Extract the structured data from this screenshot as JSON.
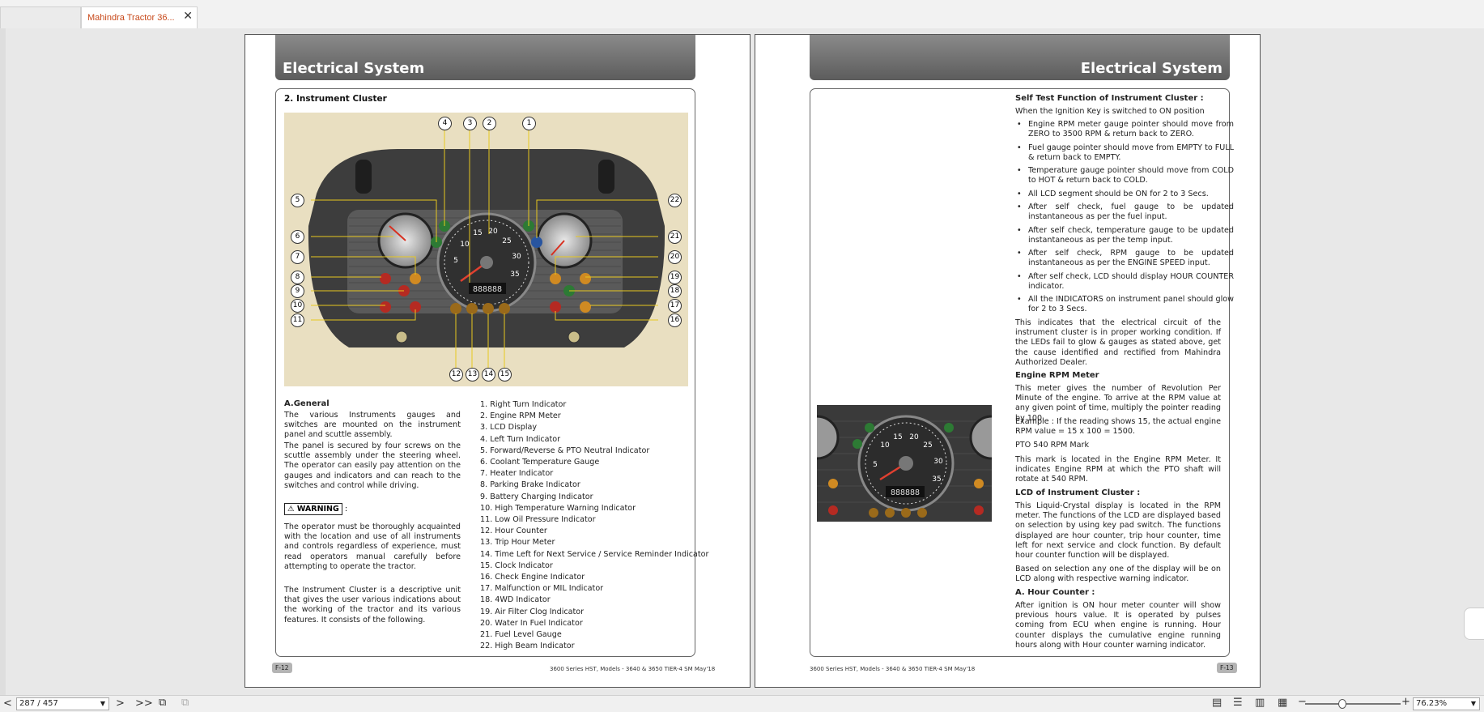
{
  "tabs": {
    "active_title": "Mahindra Tractor 36...",
    "close": "✕"
  },
  "left_page": {
    "header": "Electrical  System",
    "section_title": "2.  Instrument Cluster",
    "general_heading": "A.General",
    "general_p1": "The various Instruments gauges and switches are mounted on the instrument panel and scuttle assembly.",
    "general_p2": "The panel is secured by four screws on the scuttle assembly under the steering wheel.  The operator can easily pay attention on the gauges and indicators and can reach to the switches and control while driving.",
    "warning_label": "WARNING",
    "warning_colon": ":",
    "warning_text": "The operator must be thoroughly acquainted with the location and use of all instruments and controls regardless of experience, must read operators manual carefully before attempting to operate the tractor.",
    "cluster_text": "The Instrument Cluster is a descriptive unit that gives the user various indications about the working of the tractor and its various features. It consists of the following.",
    "items": [
      "1.   Right Turn Indicator",
      "2.   Engine RPM Meter",
      "3.   LCD Display",
      "4.   Left Turn Indicator",
      "5.   Forward/Reverse & PTO Neutral Indicator",
      "6.   Coolant Temperature Gauge",
      "7.   Heater Indicator",
      "8.   Parking Brake Indicator",
      "9.   Battery Charging Indicator",
      "10. High Temperature Warning Indicator",
      "11. Low Oil Pressure Indicator",
      "12. Hour Counter",
      "13. Trip Hour Meter",
      "14. Time Left for Next Service / Service Reminder Indicator",
      "15. Clock Indicator",
      "16. Check Engine Indicator",
      "17. Malfunction or MIL Indicator",
      "18. 4WD Indicator",
      "19. Air Filter Clog Indicator",
      "20. Water In Fuel Indicator",
      "21. Fuel Level Gauge",
      "22. High Beam Indicator"
    ],
    "callouts_top": [
      "4",
      "3",
      "2",
      "1"
    ],
    "callouts_left": [
      "5",
      "6",
      "7",
      "8",
      "9",
      "10",
      "11"
    ],
    "callouts_right": [
      "22",
      "21",
      "20",
      "19",
      "18",
      "17",
      "16"
    ],
    "callouts_bottom": [
      "12",
      "13",
      "14",
      "15"
    ],
    "gauge_numbers": [
      "5",
      "10",
      "15",
      "20",
      "25",
      "30",
      "35"
    ],
    "lcd_value": "888888",
    "page_tag": "F-12",
    "footer": "3600 Series HST, Models - 3640 & 3650 TIER-4 SM May'18"
  },
  "right_page": {
    "header": "Electrical  System",
    "self_test_heading": "Self Test Function of Instrument Cluster :",
    "self_test_intro": "When the Ignition Key is switched to ON position",
    "bullets": [
      "Engine RPM meter gauge pointer should move from ZERO to 3500 RPM & return back to ZERO.",
      "Fuel gauge pointer should move from EMPTY to FULL & return back to EMPTY.",
      "Temperature gauge pointer should move from COLD to HOT & return back to COLD.",
      "All LCD segment should be ON for 2 to 3 Secs.",
      "After self check, fuel gauge to be updated instantaneous as per the fuel input.",
      "After self check, temperature gauge to be updated instantaneous as per the temp input.",
      "After self check, RPM gauge to be updated instantaneous as per the ENGINE SPEED input.",
      "After self check, LCD should display HOUR COUNTER indicator.",
      "All the INDICATORS on instrument panel should glow for 2 to 3 Secs."
    ],
    "indicates_text": "This indicates that the electrical circuit of the instrument cluster is in proper working condition. If the LEDs fail to glow & gauges as stated above, get the cause identified and rectified from Mahindra Authorized Dealer.",
    "rpm_heading": "Engine RPM Meter",
    "rpm_text": "This meter gives the number of Revolution Per Minute of the engine. To arrive at the RPM value at any given point of time, multiply the pointer reading by 100.",
    "example_text": "Example : If the reading shows 15, the actual engine RPM value = 15 x 100 = 1500.",
    "pto_heading": "PTO 540 RPM Mark",
    "pto_text": "This mark is located in the Engine RPM Meter. It indicates Engine RPM at which the PTO shaft will rotate at 540 RPM.",
    "lcd_heading": "LCD of Instrument Cluster :",
    "lcd_text1": "This Liquid-Crystal display is located in the RPM meter. The functions of the LCD are displayed based on selection by using key pad switch. The functions displayed are hour counter, trip hour counter, time left for next  service and clock function. By default hour counter function will be displayed.",
    "lcd_text2": "Based on selection any one of the display will be on LCD along with respective warning indicator.",
    "hour_heading": "A.  Hour Counter :",
    "hour_text": "After ignition is ON hour meter counter will show previous hours value. It is operated by pulses coming from ECU when engine is running. Hour counter displays the cumulative engine running hours along with Hour counter warning indicator.",
    "gauge_numbers": [
      "5",
      "10",
      "15",
      "20",
      "25",
      "30",
      "35"
    ],
    "lcd_value": "888888",
    "page_tag": "F-13",
    "footer": "3600 Series HST, Models - 3640 & 3650 TIER-4 SM May'18"
  },
  "statusbar": {
    "page_value": "287 / 457",
    "zoom_value": "76.23%",
    "minus": "−",
    "plus": "+",
    "prev": "<",
    "next": ">",
    "last": ">>"
  }
}
